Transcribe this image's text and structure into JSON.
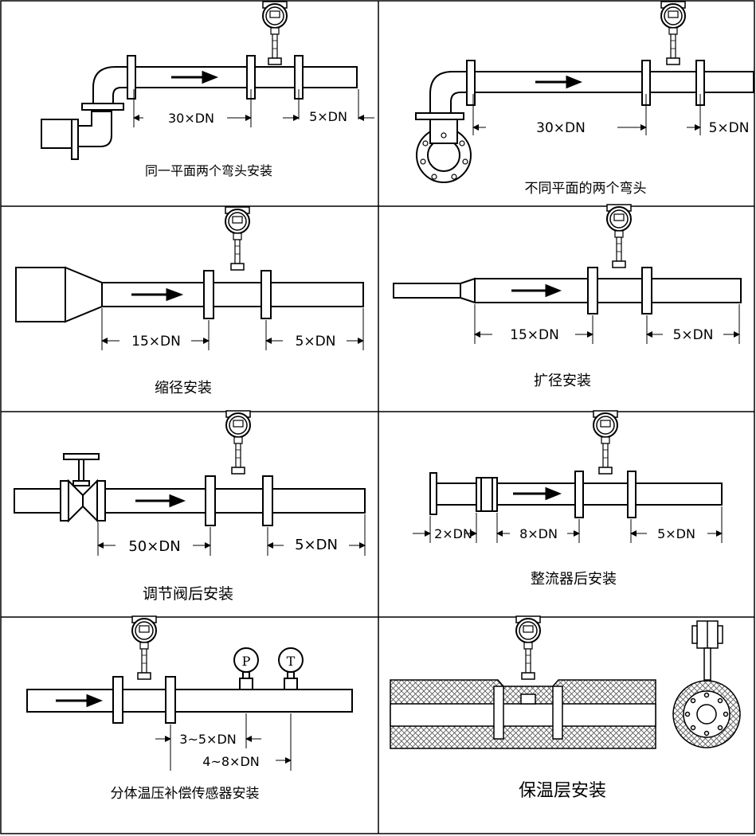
{
  "panels": [
    {
      "caption": "同一平面两个弯头安装",
      "dims": [
        "30×DN",
        "5×DN"
      ]
    },
    {
      "caption": "不同平面的两个弯头",
      "dims": [
        "30×DN",
        "5×DN"
      ]
    },
    {
      "caption": "缩径安装",
      "dims": [
        "15×DN",
        "5×DN"
      ]
    },
    {
      "caption": "扩径安装",
      "dims": [
        "15×DN",
        "5×DN"
      ]
    },
    {
      "caption": "调节阀后安装",
      "dims": [
        "50×DN",
        "5×DN"
      ]
    },
    {
      "caption": "整流器后安装",
      "dims": [
        "2×DN",
        "8×DN",
        "5×DN"
      ]
    },
    {
      "caption": "分体温压补偿传感器安装",
      "dims": [
        "3~5×DN",
        "4~8×DN"
      ],
      "gauges": [
        "P",
        "T"
      ]
    },
    {
      "caption": "保温层安装",
      "dims": []
    }
  ]
}
